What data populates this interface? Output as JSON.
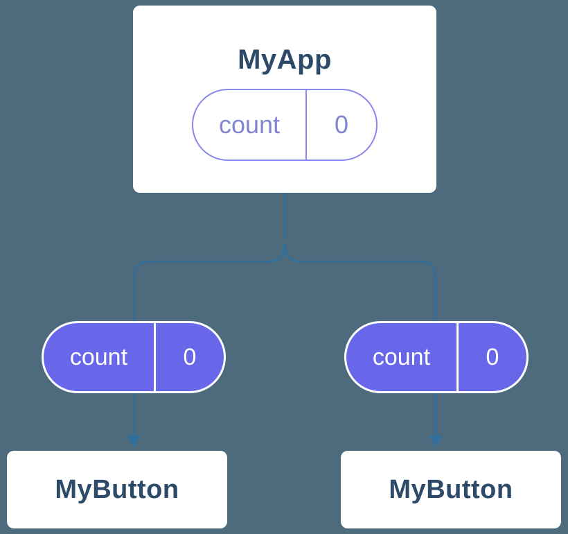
{
  "diagram": {
    "root": {
      "title": "MyApp",
      "pill": {
        "label": "count",
        "value": "0"
      }
    },
    "children": [
      {
        "pill": {
          "label": "count",
          "value": "0"
        },
        "title": "MyButton"
      },
      {
        "pill": {
          "label": "count",
          "value": "0"
        },
        "title": "MyButton"
      }
    ],
    "colors": {
      "background": "#4d6b7c",
      "card_fill": "#ffffff",
      "title_text": "#2e4a69",
      "pill_fill": "#6866e9",
      "pill_outline": "#8986ec",
      "pill_outline_text": "#8184d2",
      "connector": "#2e6f9e"
    }
  }
}
